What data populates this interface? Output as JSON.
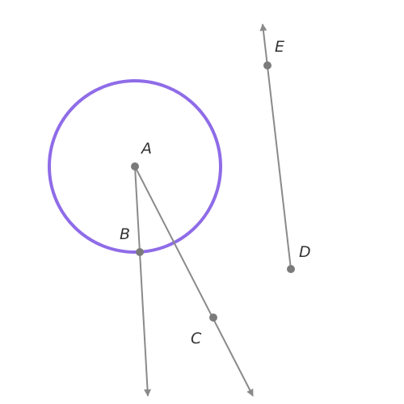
{
  "diagram": {
    "colors": {
      "circle": "#8f6ce8",
      "line": "#8a8a8a",
      "point": "#7b7b7b"
    },
    "points": {
      "A": {
        "label": "A"
      },
      "B": {
        "label": "B"
      },
      "C": {
        "label": "C"
      },
      "D": {
        "label": "D"
      },
      "E": {
        "label": "E"
      }
    }
  }
}
